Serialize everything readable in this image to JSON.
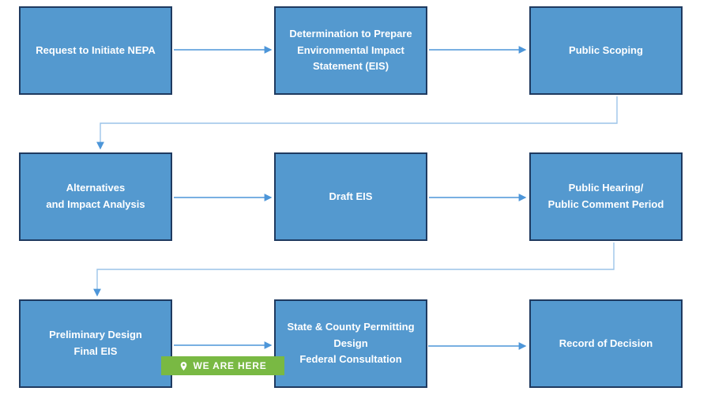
{
  "diagram": {
    "boxes": [
      {
        "label": "Request to Initiate NEPA"
      },
      {
        "label": "Determination to Prepare\nEnvironmental Impact\nStatement (EIS)"
      },
      {
        "label": "Public Scoping"
      },
      {
        "label": "Alternatives\nand Impact Analysis"
      },
      {
        "label": "Draft EIS"
      },
      {
        "label": "Public Hearing/\nPublic Comment Period"
      },
      {
        "label": "Preliminary Design\nFinal EIS"
      },
      {
        "label": "State & County Permitting\nDesign\nFederal Consultation"
      },
      {
        "label": "Record of Decision"
      }
    ],
    "badge": {
      "label": "WE ARE HERE",
      "icon": "location-pin-icon"
    },
    "colors": {
      "box_fill": "#5499CF",
      "box_border": "#1F3A60",
      "arrow": "#4D96D9",
      "elbow": "#9CC4E9",
      "badge_green": "#79B943",
      "text": "#FFFFFF"
    }
  }
}
